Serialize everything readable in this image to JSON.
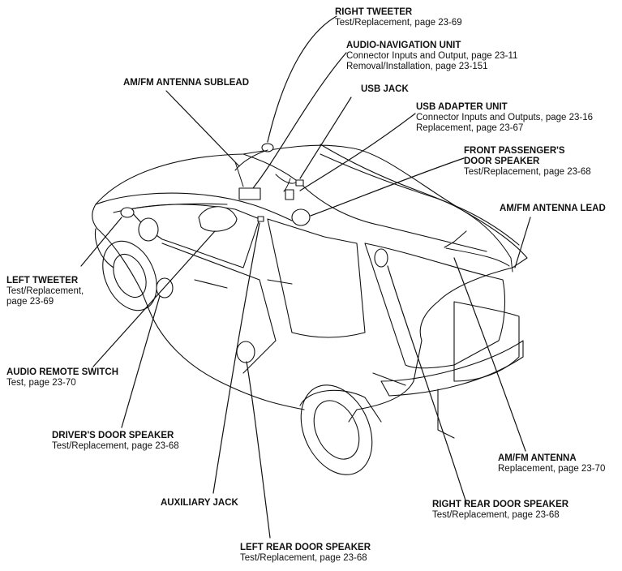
{
  "callouts": {
    "right_tweeter": {
      "title": "RIGHT TWEETER",
      "lines": [
        "Test/Replacement, page 23-69"
      ]
    },
    "audio_nav_unit": {
      "title": "AUDIO-NAVIGATION UNIT",
      "lines": [
        "Connector Inputs and Output, page 23-11",
        "Removal/Installation, page 23-151"
      ]
    },
    "am_fm_antenna_sublead": {
      "title": "AM/FM ANTENNA SUBLEAD",
      "lines": []
    },
    "usb_jack": {
      "title": "USB JACK",
      "lines": []
    },
    "usb_adapter_unit": {
      "title": "USB ADAPTER UNIT",
      "lines": [
        "Connector Inputs and Outputs, page 23-16",
        "Replacement, page 23-67"
      ]
    },
    "front_passenger_door_speaker": {
      "title": "FRONT PASSENGER'S",
      "title2": "DOOR SPEAKER",
      "lines": [
        "Test/Replacement, page 23-68"
      ]
    },
    "am_fm_antenna_lead": {
      "title": "AM/FM ANTENNA LEAD",
      "lines": []
    },
    "left_tweeter": {
      "title": "LEFT TWEETER",
      "lines": [
        "Test/Replacement,",
        "page 23-69"
      ]
    },
    "audio_remote_switch": {
      "title": "AUDIO REMOTE SWITCH",
      "lines": [
        "Test, page 23-70"
      ]
    },
    "drivers_door_speaker": {
      "title": "DRIVER'S DOOR SPEAKER",
      "lines": [
        "Test/Replacement, page 23-68"
      ]
    },
    "am_fm_antenna": {
      "title": "AM/FM ANTENNA",
      "lines": [
        "Replacement, page 23-70"
      ]
    },
    "auxiliary_jack": {
      "title": "AUXILIARY JACK",
      "lines": []
    },
    "right_rear_door_speaker": {
      "title": "RIGHT REAR DOOR SPEAKER",
      "lines": [
        "Test/Replacement, page 23-68"
      ]
    },
    "left_rear_door_speaker": {
      "title": "LEFT REAR DOOR SPEAKER",
      "lines": [
        "Test/Replacement, page 23-68"
      ]
    }
  }
}
